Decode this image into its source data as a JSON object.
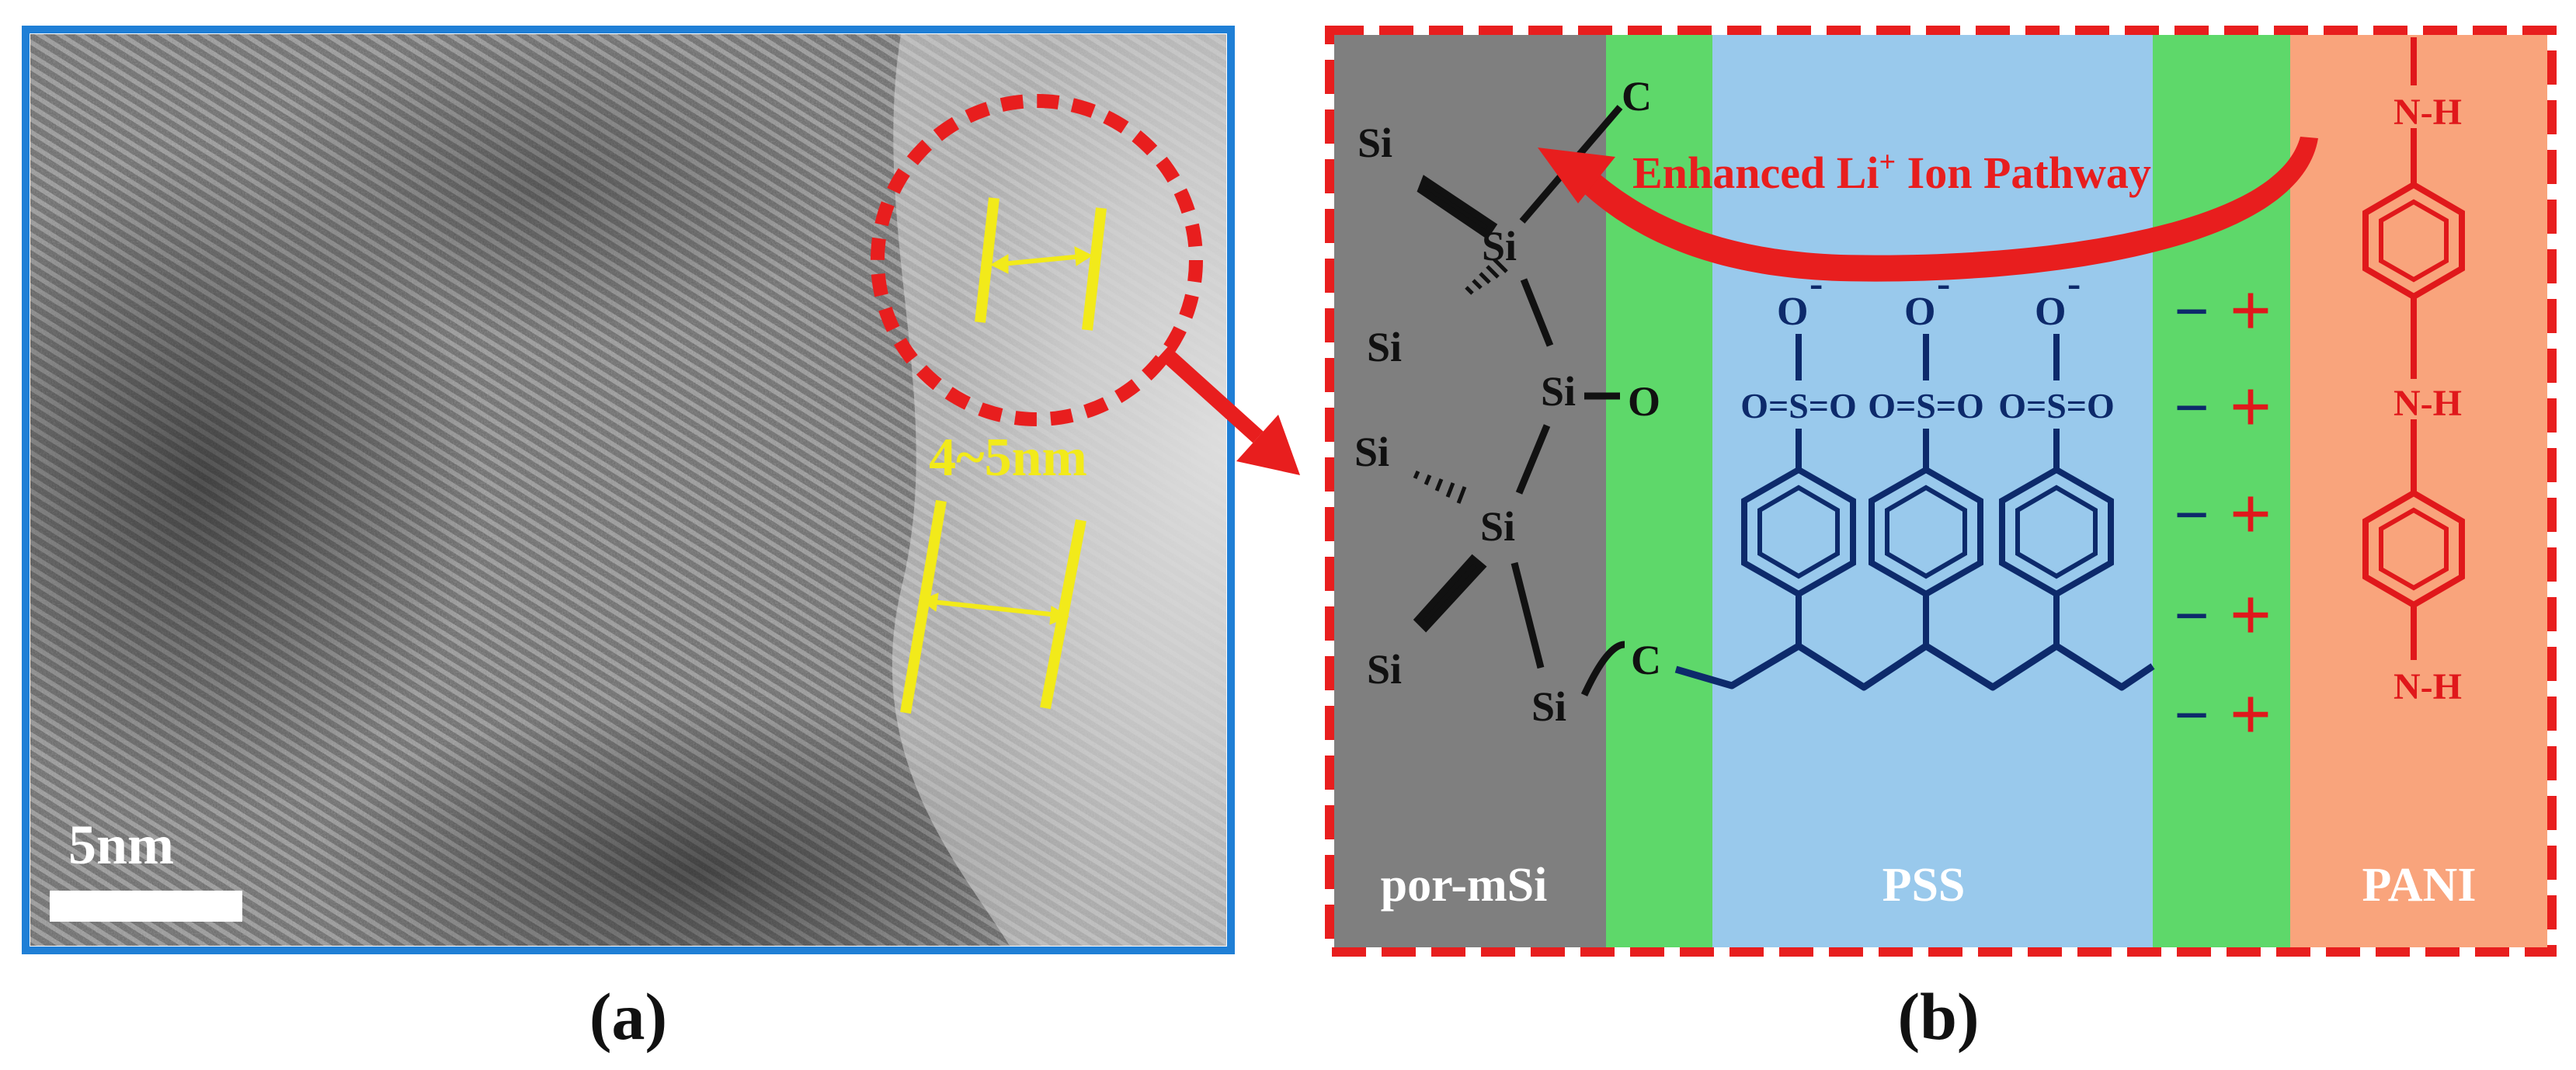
{
  "panel_a": {
    "caption": "(a)",
    "scale_bar_label": "5nm",
    "thickness_label": "4~5nm",
    "colors": {
      "border": "#1f7fd6",
      "highlight": "#e81e1e",
      "marker": "#f2ea1a"
    }
  },
  "panel_b": {
    "caption": "(b)",
    "regions": {
      "por_msi": "por-mSi",
      "pss": "PSS",
      "pani": "PANI"
    },
    "pathway_label_pre": "Enhanced Li",
    "pathway_label_sup": "+",
    "pathway_label_post": " Ion Pathway",
    "atoms": {
      "si": "Si",
      "c": "C",
      "o": "O",
      "o_minus": "O",
      "minus": "-",
      "oso": "O=S=O",
      "nh": "N-H"
    },
    "charges": {
      "minus": "−",
      "plus": "+"
    },
    "colors": {
      "por_msi": "#7f7f7f",
      "interface": "#5ed86a",
      "pss": "#99c9ec",
      "pani": "#f9a47c",
      "pss_structure": "#0d2a6b",
      "pani_structure": "#e0181b",
      "charge_plus": "#e0181b",
      "charge_minus": "#0d2a6b",
      "border": "#e81e1e"
    }
  }
}
